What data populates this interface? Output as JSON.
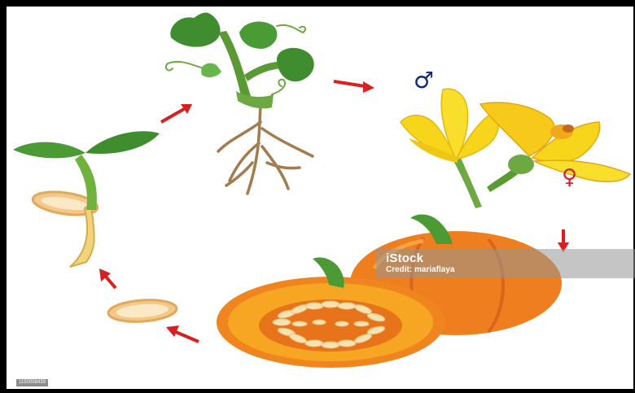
{
  "symbols": {
    "male": "♂",
    "female": "♀"
  },
  "watermark": {
    "brand": "iStock",
    "credit": "Credit: mariaflaya",
    "stock_id": "1150098439"
  },
  "colors": {
    "leaf_dark": "#3f8d2f",
    "leaf_light": "#66b64a",
    "stem": "#5a9a34",
    "root": "#a27c4e",
    "flower_yellow": "#f6d51b",
    "flower_orange": "#f0a81c",
    "pumpkin_orange": "#ef7f1e",
    "pumpkin_flesh": "#f6a623",
    "seed": "#f6dfb0",
    "arrow": "#d91f1f",
    "male_symbol": "#0f2c7a",
    "female_symbol": "#d41f2e"
  }
}
